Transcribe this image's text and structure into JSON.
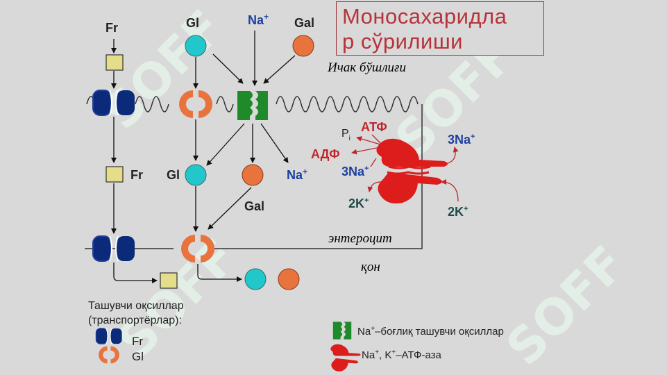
{
  "title": "Моносахаридлар сўрилиши",
  "title_lines": [
    "Моносахаридла",
    "р сўрилиши"
  ],
  "regions": {
    "lumen": "Ичак бўшлиғи",
    "cell": "энтероцит",
    "blood": "қон"
  },
  "molecules": {
    "fr": "Fr",
    "gl": "Gl",
    "na": "Na",
    "gal": "Gal",
    "plus": "+"
  },
  "pump": {
    "pi": "P",
    "pi_sub": "i",
    "atp": "АТФ",
    "adp": "АДФ",
    "na3_in": "3Na",
    "na3_out": "3Na",
    "k2_in": "2K",
    "k2_out": "2K"
  },
  "legend": {
    "heading_line1": "Ташувчи оқсиллар",
    "heading_line2": "(транспортёрлар):",
    "fr": "Fr",
    "gl": "Gl",
    "na_dependent": "–боғлиқ ташувчи оқсиллар",
    "na_dependent_prefix": "Na",
    "atpase_prefix": "Na",
    "atpase_mid": ", K",
    "atpase_suffix": "–АТФ-аза"
  },
  "colors": {
    "gl": "#22c7cc",
    "gal": "#e8733d",
    "fr": "#e4dd8a",
    "fr_transporter": "#0b2a7a",
    "gl_transporter": "#e8733d",
    "na_transporter": "#1f8a2a",
    "atpase": "#dd1c1c",
    "na_text": "#1d3fa0",
    "atp_text": "#c0262c",
    "k_text": "#1f4a4a",
    "title_text": "#b7333b"
  },
  "watermark": "SOFF"
}
